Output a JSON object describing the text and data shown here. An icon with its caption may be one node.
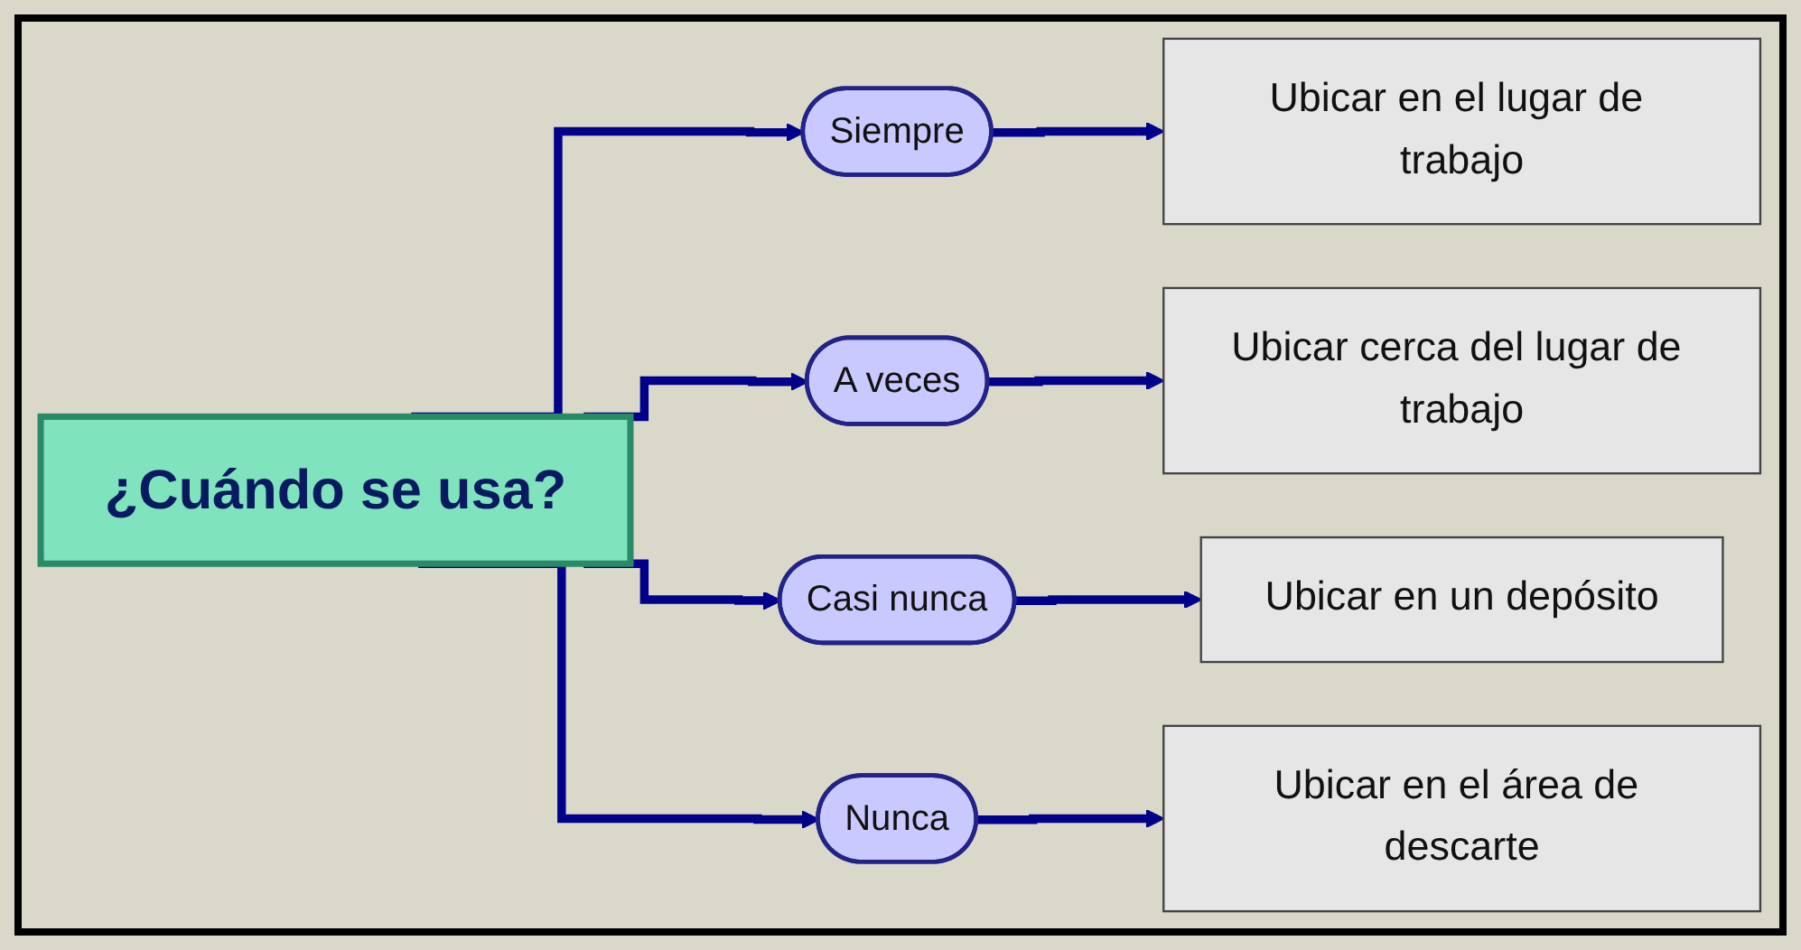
{
  "diagram": {
    "nodes": [
      {
        "text": [
          "¿Cuándo se usa?"
        ]
      },
      {
        "text": [
          "Siempre"
        ]
      },
      {
        "text": [
          "A veces"
        ]
      },
      {
        "text": [
          "Casi nunca"
        ]
      },
      {
        "text": [
          "Nunca"
        ]
      },
      {
        "text": [
          "Ubicar en el lugar de trabajo"
        ]
      },
      {
        "text": [
          "Ubicar cerca del lugar de trabajo"
        ]
      },
      {
        "text": [
          "Ubicar en un depósito"
        ]
      },
      {
        "text": [
          "Ubicar en el área de descarte"
        ]
      }
    ],
    "edges": [
      {
        "from": 0,
        "to": 1,
        "arrow": "to"
      },
      {
        "from": 0,
        "to": 2,
        "arrow": "to"
      },
      {
        "from": 0,
        "to": 3,
        "arrow": "to"
      },
      {
        "from": 0,
        "to": 4,
        "arrow": "to"
      },
      {
        "from": 1,
        "to": 5,
        "arrow": "to"
      },
      {
        "from": 2,
        "to": 6,
        "arrow": "to"
      },
      {
        "from": 3,
        "to": 7,
        "arrow": "to"
      },
      {
        "from": 4,
        "to": 8,
        "arrow": "to"
      }
    ]
  }
}
